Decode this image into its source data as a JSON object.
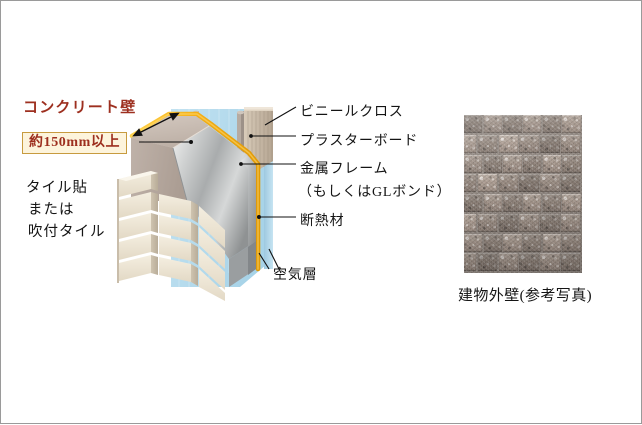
{
  "figure": {
    "title_red": "コンクリート壁",
    "thickness_badge": "約150mm以上",
    "tile_finish": {
      "line1": "タイル貼",
      "line2": "または",
      "line3": "吹付タイル"
    },
    "callouts": {
      "vinyl_cloth": "ビニールクロス",
      "plaster_board": "プラスターボード",
      "metal_frame": "金属フレーム",
      "metal_frame_sub": "（もしくはGLボンド）",
      "insulation": "断熱材",
      "air_layer": "空気層"
    },
    "photo": {
      "caption": "建物外壁(参考写真)",
      "tile_columns": 5,
      "tile_rows": 8
    },
    "colors": {
      "accent_red": "#9d2f1f",
      "badge_bg": "#fdf4dc",
      "badge_border": "#c79b3f",
      "insulation_yellow": "#f6b319",
      "air_layer_blue": "#b6dcee",
      "concrete_face": "#b5a79e",
      "concrete_top": "#c9bdb4",
      "tile_beige": "#efe7d6",
      "chamfer_gray": "#b9bcbd",
      "plaster_tan": "#c8b9a6",
      "photo_tile": "#97897f",
      "border_gray": "#9a9a9a"
    }
  }
}
